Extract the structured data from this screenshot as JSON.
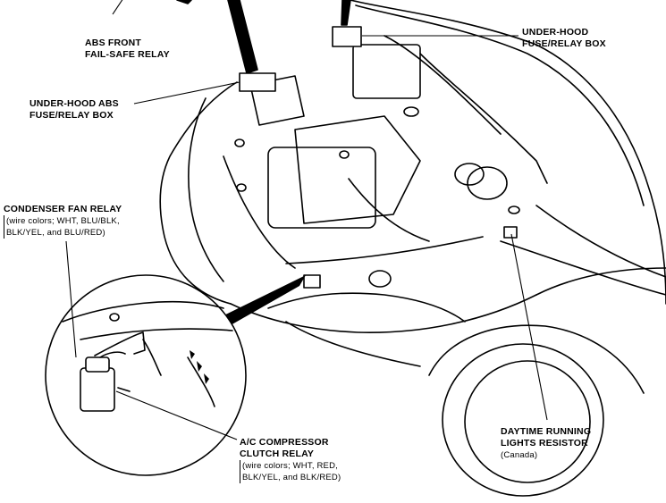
{
  "labels": {
    "abs_front_relay": [
      "ABS FRONT",
      "FAIL-SAFE RELAY"
    ],
    "underhood_fuse_box": [
      "UNDER-HOOD",
      "FUSE/RELAY BOX"
    ],
    "underhood_abs_box": [
      "UNDER-HOOD ABS",
      "FUSE/RELAY BOX"
    ],
    "condenser_fan_relay": {
      "title": "CONDENSER FAN RELAY",
      "wire_colors": [
        "(wire colors; WHT, BLU/BLK,",
        "BLK/YEL, and BLU/RED)"
      ]
    },
    "ac_clutch_relay": {
      "title": [
        "A/C COMPRESSOR",
        "CLUTCH RELAY"
      ],
      "wire_colors": [
        "(wire colors; WHT, RED,",
        "BLK/YEL, and BLK/RED)"
      ]
    },
    "drl_resistor": {
      "title": [
        "DAYTIME RUNNING",
        "LIGHTS RESISTOR"
      ],
      "note": "(Canada)"
    }
  },
  "colors": {
    "line": "#000000",
    "background": "#ffffff"
  }
}
